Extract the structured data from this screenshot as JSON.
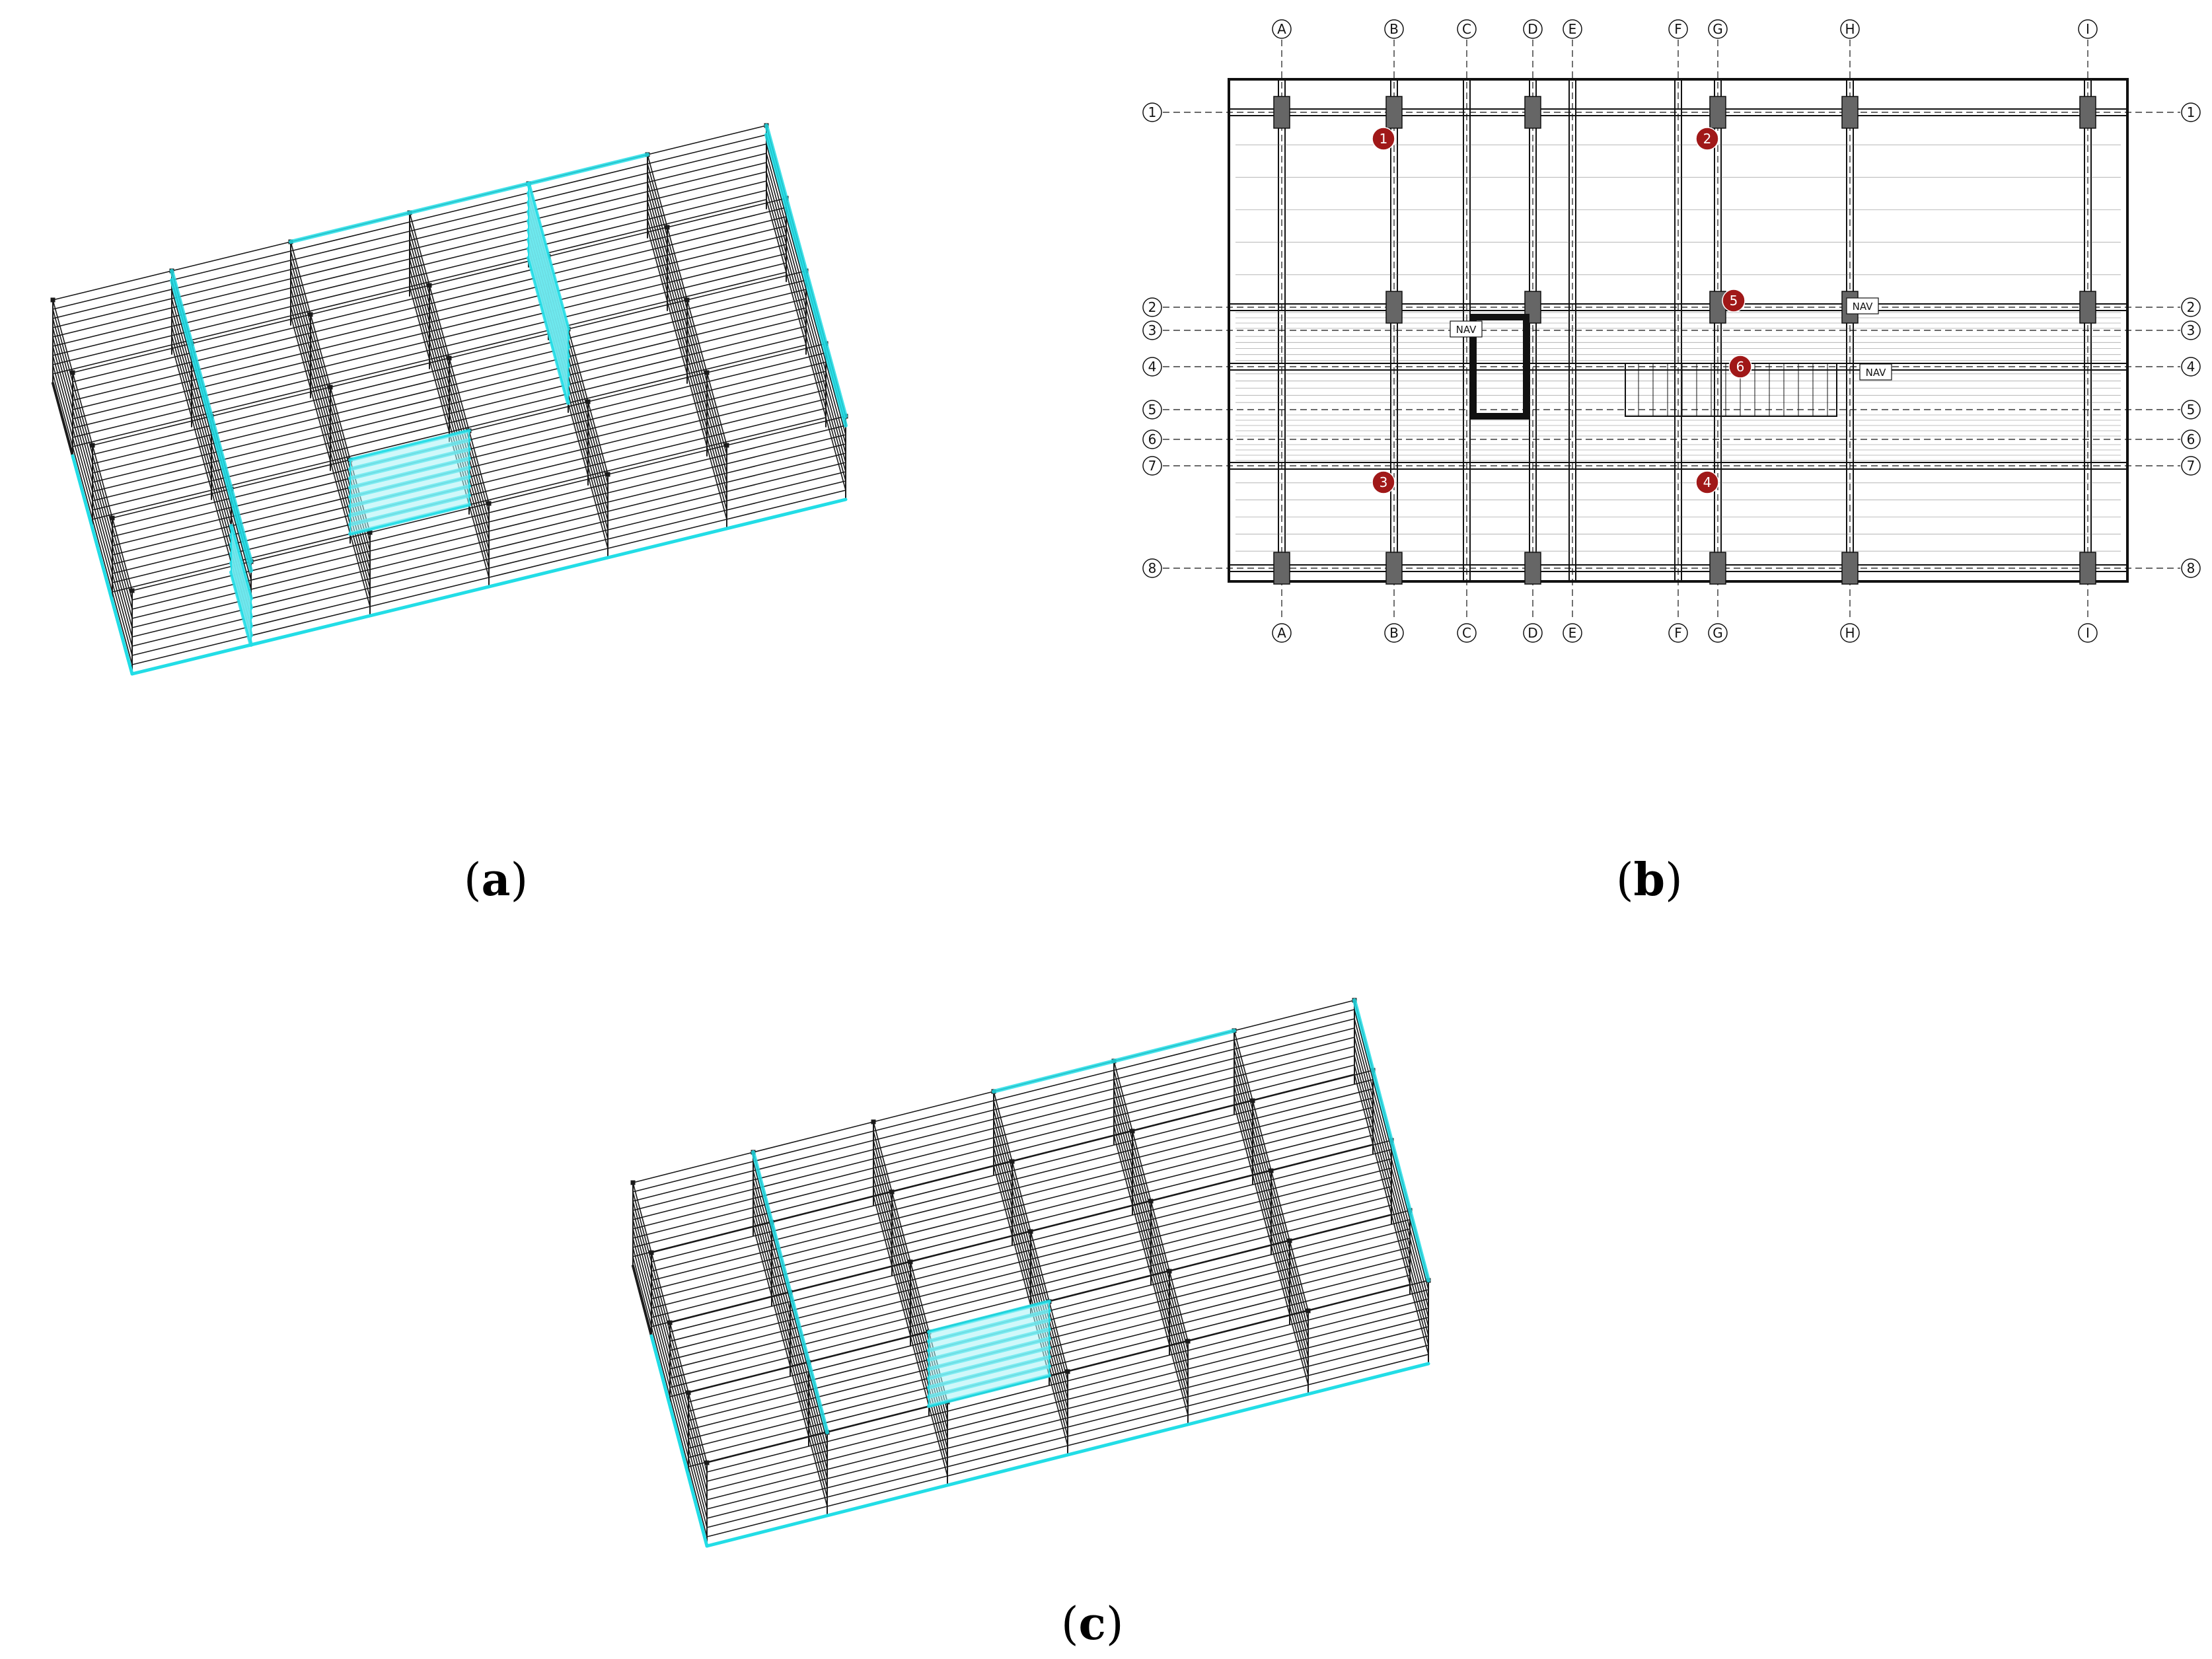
{
  "colors": {
    "frame_line": "#1a1a1a",
    "highlight": "#22dde6",
    "highlight_fill": "#a9f2f6",
    "marker": "#a01818",
    "plan_line": "#111111"
  },
  "panels": {
    "a": {
      "caption_letter": "a"
    },
    "b": {
      "caption_letter": "b",
      "column_axes": [
        "A",
        "B",
        "C",
        "D",
        "E",
        "F",
        "G",
        "H",
        "I"
      ],
      "row_axes": [
        "1",
        "2",
        "3",
        "4",
        "5",
        "6",
        "7",
        "8"
      ],
      "markers": [
        "1",
        "2",
        "3",
        "4",
        "5",
        "6"
      ],
      "plan_labels": [
        "NAV",
        "NAV",
        "NAV"
      ]
    },
    "c": {
      "caption_letter": "c"
    }
  }
}
